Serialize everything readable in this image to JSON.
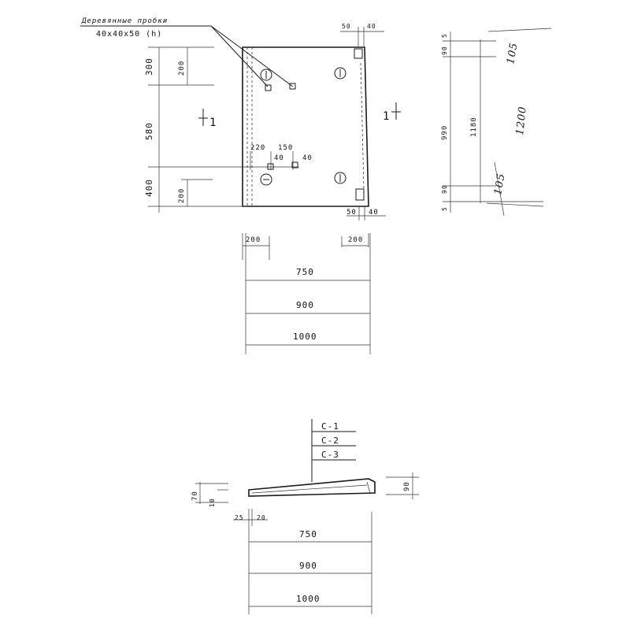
{
  "callout": {
    "title": "Деревянные пробки",
    "size": "40х40х50 (h)"
  },
  "plan": {
    "left_dims": [
      "300",
      "580",
      "400"
    ],
    "left_inner_dims": [
      "200",
      "200"
    ],
    "section_mark_left": "1",
    "section_mark_right": "1",
    "top_right_dims": [
      "50",
      "40"
    ],
    "bottom_right_dims": [
      "50",
      "40"
    ],
    "inner_dims": [
      "220",
      "150",
      "40",
      "40"
    ],
    "bottom_edge_dims": [
      "200",
      "200"
    ],
    "bottom_dims": [
      "750",
      "900",
      "1000"
    ]
  },
  "side": {
    "dims": [
      "5",
      "90",
      "990",
      "90",
      "5"
    ],
    "overall": "1180",
    "hand_notes": [
      "105",
      "1200",
      "105"
    ]
  },
  "section": {
    "marks": [
      "С-1",
      "С-2",
      "С-3"
    ],
    "left_dims": [
      "70",
      "10"
    ],
    "right_dim": "90",
    "edge_dims": [
      "25",
      "20"
    ],
    "bottom_dims": [
      "750",
      "900",
      "1000"
    ]
  }
}
